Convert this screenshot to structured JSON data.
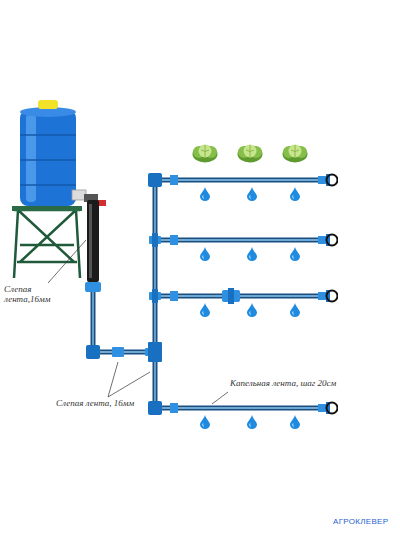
{
  "diagram": {
    "labels": [
      "Слепая лента,16мм",
      "Слепая лента, 16мм",
      "Капельная лента, шаг 20см",
      "АГРОКЛЕВЕР"
    ]
  }
}
